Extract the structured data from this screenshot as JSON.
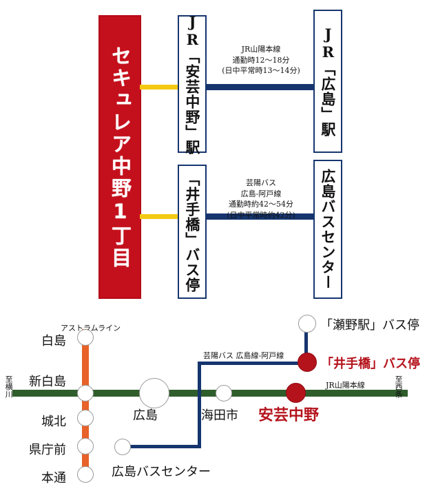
{
  "property": {
    "banner_name": "セキュレア中野1丁目"
  },
  "routes": [
    {
      "origin_label": "JR「安芸中野」駅",
      "caption_lines": [
        "JR山陽本線",
        "通勤時12〜18分",
        "(日中平常時13〜14分)"
      ],
      "destination_label": "JR「広島」駅",
      "link_color": "#f4c913",
      "route_color": "#16356e"
    },
    {
      "origin_label": "「井手橋」バス停",
      "caption_lines": [
        "芸陽バス",
        "広島-阿戸線",
        "通勤時約42〜54分",
        "(日中平常時約42分)"
      ],
      "destination_label": "広島バスセンター",
      "link_color": "#f4c913",
      "route_color": "#16356e"
    }
  ],
  "map": {
    "lines": [
      {
        "name": "アストラムライン",
        "color": "#e8622a"
      },
      {
        "name": "JR山陽本線",
        "color": "#2f5d2b"
      },
      {
        "name": "芸陽バス 広島線-阿戸線",
        "color": "#16356e"
      }
    ],
    "line_labels": {
      "astram": "アストラムライン",
      "bus": "芸陽バス 広島線-阿戸線",
      "jr": "JR山陽本線"
    },
    "terminus_labels": {
      "west": "至横川",
      "east": "至西条"
    },
    "astram_stations": [
      {
        "name": "白島"
      },
      {
        "name": "新白島"
      },
      {
        "name": "城北"
      },
      {
        "name": "県庁前"
      },
      {
        "name": "本通"
      }
    ],
    "jr_stations": [
      {
        "name": "広島",
        "highlight": false
      },
      {
        "name": "海田市",
        "highlight": false
      },
      {
        "name": "安芸中野",
        "highlight": true
      }
    ],
    "bus_stops": [
      {
        "name": "広島バスセンター",
        "highlight": false
      },
      {
        "name": "「瀬野駅」バス停",
        "highlight": false
      },
      {
        "name": "「井手橋」バス停",
        "highlight": true
      }
    ]
  },
  "colors": {
    "property_red": "#c4101c",
    "highlight_red": "#b5131c",
    "navy": "#16356e",
    "yellow": "#f4c913",
    "green": "#2f5d2b",
    "orange": "#e8622a"
  }
}
